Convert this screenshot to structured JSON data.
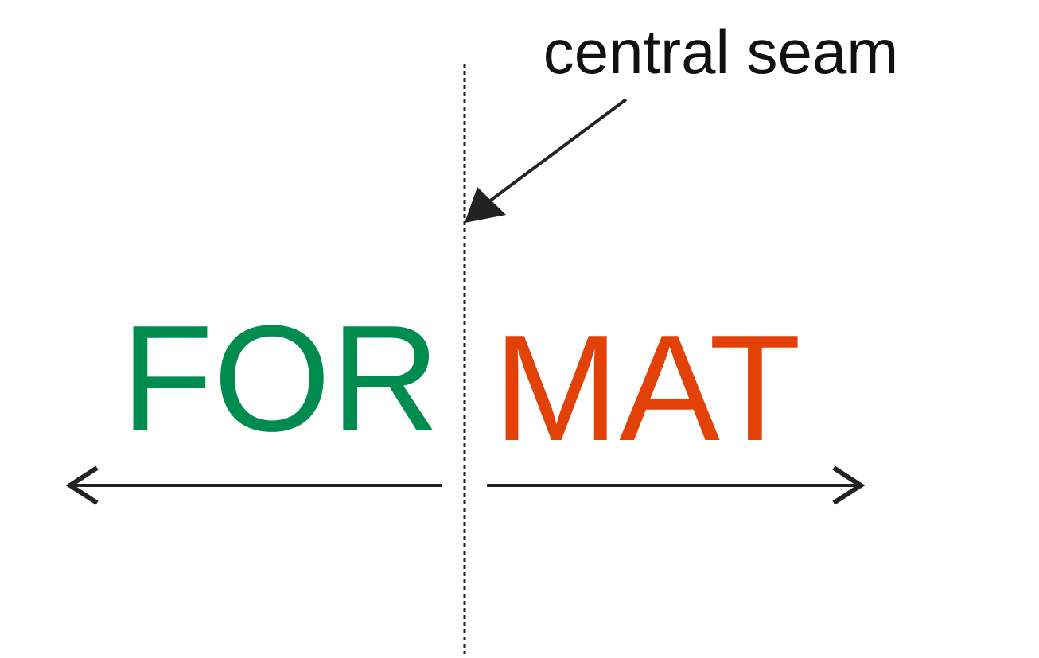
{
  "annotation": {
    "text": "central seam",
    "color": "#111111"
  },
  "word_left": {
    "text": "FOR",
    "color": "#008C4F"
  },
  "word_right": {
    "text": "MAT",
    "color": "#E24208"
  },
  "colors": {
    "seam": "#222222",
    "arrows": "#222222"
  }
}
